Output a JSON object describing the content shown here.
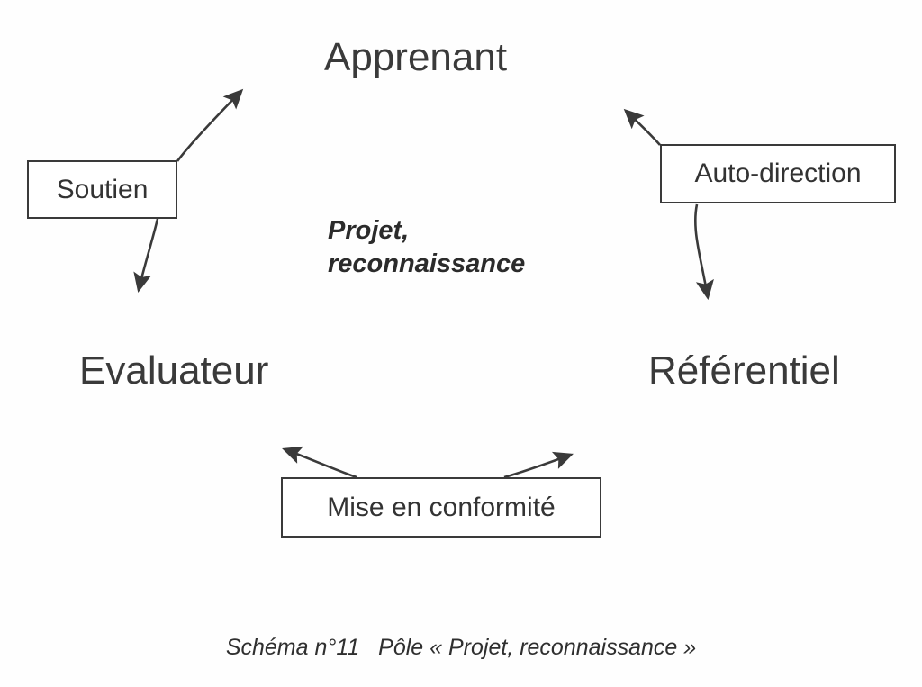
{
  "diagram": {
    "title_node": "Apprenant",
    "nodes": [
      {
        "id": "apprenant",
        "label": "Apprenant",
        "type": "plain-text"
      },
      {
        "id": "evaluateur",
        "label": "Evaluateur",
        "type": "plain-text"
      },
      {
        "id": "referentiel",
        "label": "Référentiel",
        "type": "plain-text"
      },
      {
        "id": "soutien",
        "label": "Soutien",
        "type": "box"
      },
      {
        "id": "auto-direction",
        "label": "Auto-direction",
        "type": "box"
      },
      {
        "id": "mise-en-conformite",
        "label": "Mise en conformité",
        "type": "box"
      }
    ],
    "center_label": "Projet,\nreconnaissance",
    "center_label_lines": [
      "Projet,",
      "reconnaissance"
    ],
    "arrows": [
      {
        "id": "soutien-to-apprenant",
        "from": "soutien",
        "to": "apprenant"
      },
      {
        "id": "soutien-to-evaluateur",
        "from": "soutien",
        "to": "evaluateur"
      },
      {
        "id": "auto-direction-to-apprenant",
        "from": "auto-direction",
        "to": "apprenant"
      },
      {
        "id": "auto-direction-to-referentiel",
        "from": "auto-direction",
        "to": "referentiel"
      },
      {
        "id": "conformite-to-evaluateur",
        "from": "mise-en-conformite",
        "to": "evaluateur"
      },
      {
        "id": "conformite-to-referentiel",
        "from": "mise-en-conformite",
        "to": "referentiel"
      }
    ],
    "caption": "Schéma n°11   Pôle « Projet, reconnaissance »",
    "colors": {
      "background": "#fefefe",
      "ink": "#3a3a3a",
      "text": "#2b2b2b",
      "box_fill": "#ffffff"
    }
  }
}
